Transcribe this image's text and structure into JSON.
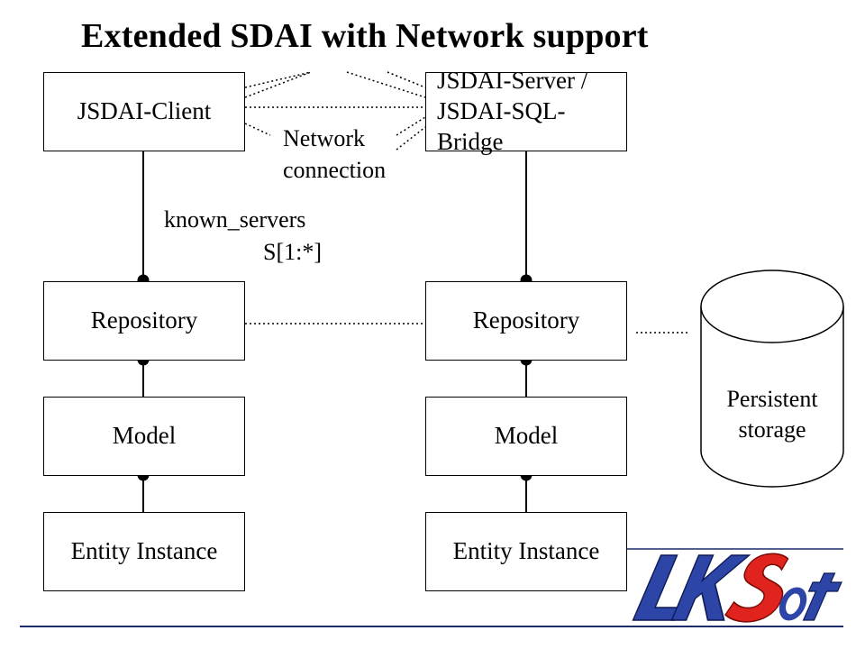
{
  "title": "Extended SDAI with Network support",
  "client": {
    "label": "JSDAI-Client",
    "repository": "Repository",
    "model": "Model",
    "entity": "Entity Instance"
  },
  "server": {
    "label_line1": "JSDAI-Server /",
    "label_line2": "JSDAI-SQL-Bridge",
    "repository": "Repository",
    "model": "Model",
    "entity": "Entity Instance"
  },
  "network": {
    "line1": "Network",
    "line2": "connection"
  },
  "association": {
    "name": "known_servers",
    "multiplicity": "S[1:*]"
  },
  "storage": {
    "line1": "Persistent",
    "line2": "storage"
  },
  "logo": {
    "text": "LKSoft",
    "colors": {
      "letters": "#2e45a8",
      "accent": "#e0231c"
    }
  }
}
